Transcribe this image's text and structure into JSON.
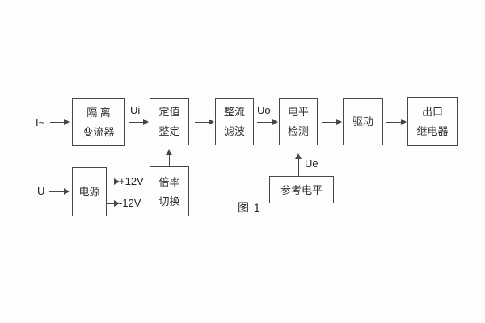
{
  "caption": "图 1",
  "inputs": {
    "current": "I~",
    "voltage": "U"
  },
  "signals": {
    "ui": "Ui",
    "uo": "Uo",
    "ue": "Ue",
    "plus12": "+12V",
    "minus12": "-12V"
  },
  "blocks": {
    "isolation": {
      "line1": "隔 离",
      "line2": "变流器"
    },
    "setting": {
      "line1": "定值",
      "line2": "整定"
    },
    "rectifier": {
      "line1": "整流",
      "line2": "滤波"
    },
    "level": {
      "line1": "电平",
      "line2": "检测"
    },
    "drive": {
      "label": "驱动"
    },
    "outputRelay": {
      "line1": "出口",
      "line2": "继电器"
    },
    "power": {
      "label": "电源"
    },
    "ratio": {
      "line1": "倍率",
      "line2": "切换"
    },
    "reference": {
      "label": "参考电平"
    }
  },
  "colors": {
    "line": "#474747",
    "text": "#2e2e2e",
    "background": "#fdfdfd"
  }
}
